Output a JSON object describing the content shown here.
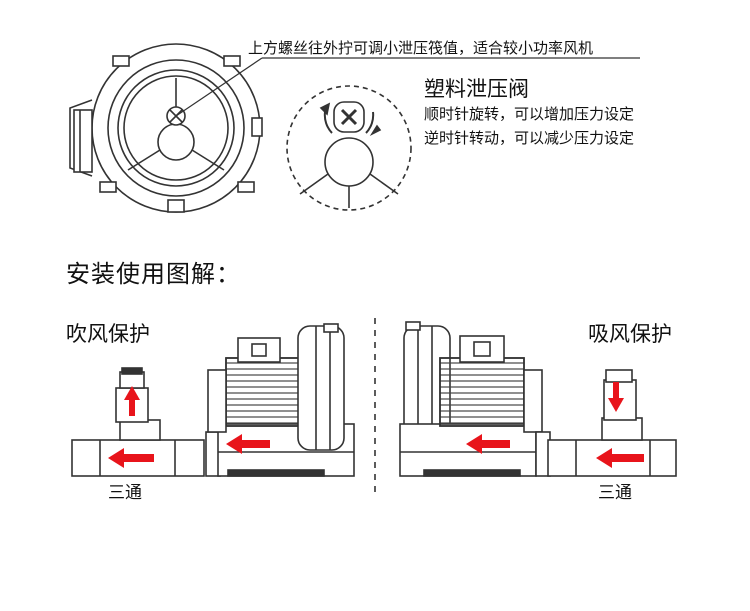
{
  "callout": {
    "text": "上方螺丝往外拧可调小泄压筏值，适合较小功率风机"
  },
  "valve": {
    "title": "塑料泄压阀",
    "clockwise": "顺时针旋转，可以增加压力设定",
    "counterclockwise": "逆时针转动，可以减少压力设定"
  },
  "installation": {
    "title": "安装使用图解：",
    "blow_protection": "吹风保护",
    "suction_protection": "吸风保护",
    "tee_left": "三通",
    "tee_right": "三通"
  },
  "colors": {
    "arrow": "#e8141b",
    "line": "#333333",
    "background": "#ffffff"
  }
}
